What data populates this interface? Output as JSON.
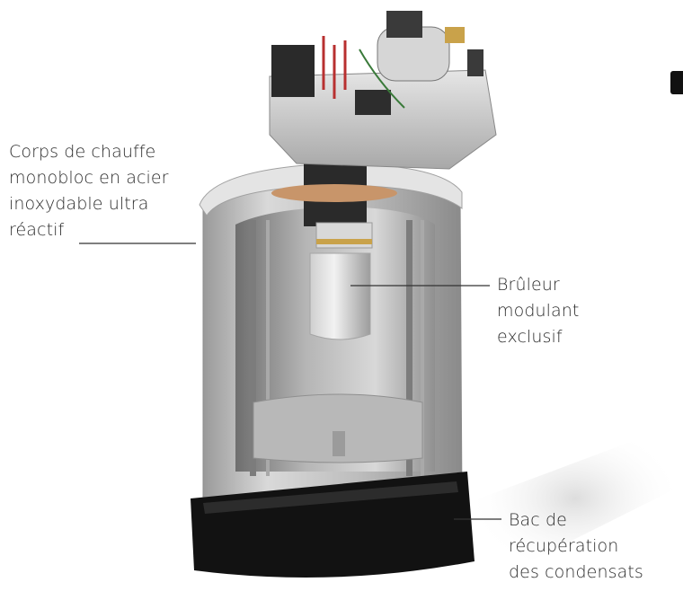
{
  "labels": {
    "heat_body": {
      "lines": [
        "Corps de chauffe",
        "monobloc en acier",
        "inoxydable ultra",
        "réactif"
      ]
    },
    "burner": {
      "lines": [
        "Brûleur",
        "modulant",
        "exclusif"
      ]
    },
    "condensate_tray": {
      "lines": [
        "Bac de",
        "récupération",
        "des condensats"
      ]
    }
  },
  "colors": {
    "text": "#2b2b2b",
    "steel": "#c8c8c8",
    "dark_base": "#111111",
    "copper": "#c8956a"
  }
}
